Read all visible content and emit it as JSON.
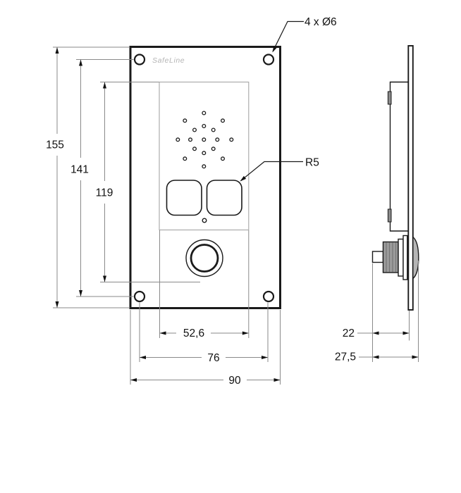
{
  "drawing": {
    "product_logo": "SafeLine",
    "labels": {
      "mounting_holes": "4 x Ø6",
      "button_corner_radius": "R5"
    },
    "front_view_dimensions": {
      "overall_height": "155",
      "mounting_hole_pitch_vertical": "141",
      "faceplate_inner_height": "119",
      "faceplate_inner_width": "52,6",
      "mounting_hole_pitch_horizontal": "76",
      "overall_width": "90"
    },
    "side_view_dimensions": {
      "depth_behind_panel": "22",
      "overall_depth": "27,5"
    },
    "colors": {
      "line": "#1a1a1a",
      "dimension_line": "#8a8a8a",
      "logo": "#b4b4b4",
      "button_body_fill": "#9c9c9c",
      "dome_fill": "#b5b5b5"
    }
  }
}
